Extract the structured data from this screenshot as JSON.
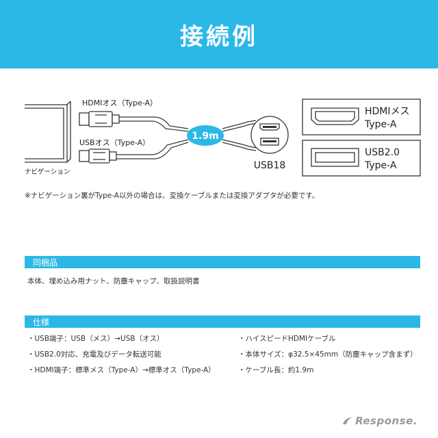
{
  "header": {
    "title": "接続例"
  },
  "diagram": {
    "navigation_label": "ナビゲーション",
    "hdmi_plug_label": "HDMIオス（Type-A）",
    "usb_plug_label": "USBオス（Type-A）",
    "cable_length": "1.9m",
    "port_label": "USB18",
    "hdmi_female_line1": "HDMIメス",
    "hdmi_female_line2": "Type-A",
    "usb_female_line1": "USB2.0",
    "usb_female_line2": "Type-A"
  },
  "note": "※ナビゲーション裏がType-A以外の場合は、変換ケーブルまたは変換アダプタが必要です。",
  "contents": {
    "title": "同梱品",
    "text": "本体、埋め込み用ナット、防塵キャップ、取扱説明書"
  },
  "specs": {
    "title": "仕様",
    "left": [
      "・USB端子：USB（メス）→USB（オス）",
      "・USB2.0対応、充電及びデータ転送可能",
      "・HDMI端子：標準メス（Type-A）→標準オス（Type-A）"
    ],
    "right": [
      "・ハイスピードHDMIケーブル",
      "・本体サイズ：φ32.5×45mm（防塵キャップ含まず）",
      "・ケーブル長：約1.9m"
    ]
  },
  "logo": {
    "text": "Response."
  },
  "colors": {
    "accent": "#2cb8e6"
  }
}
